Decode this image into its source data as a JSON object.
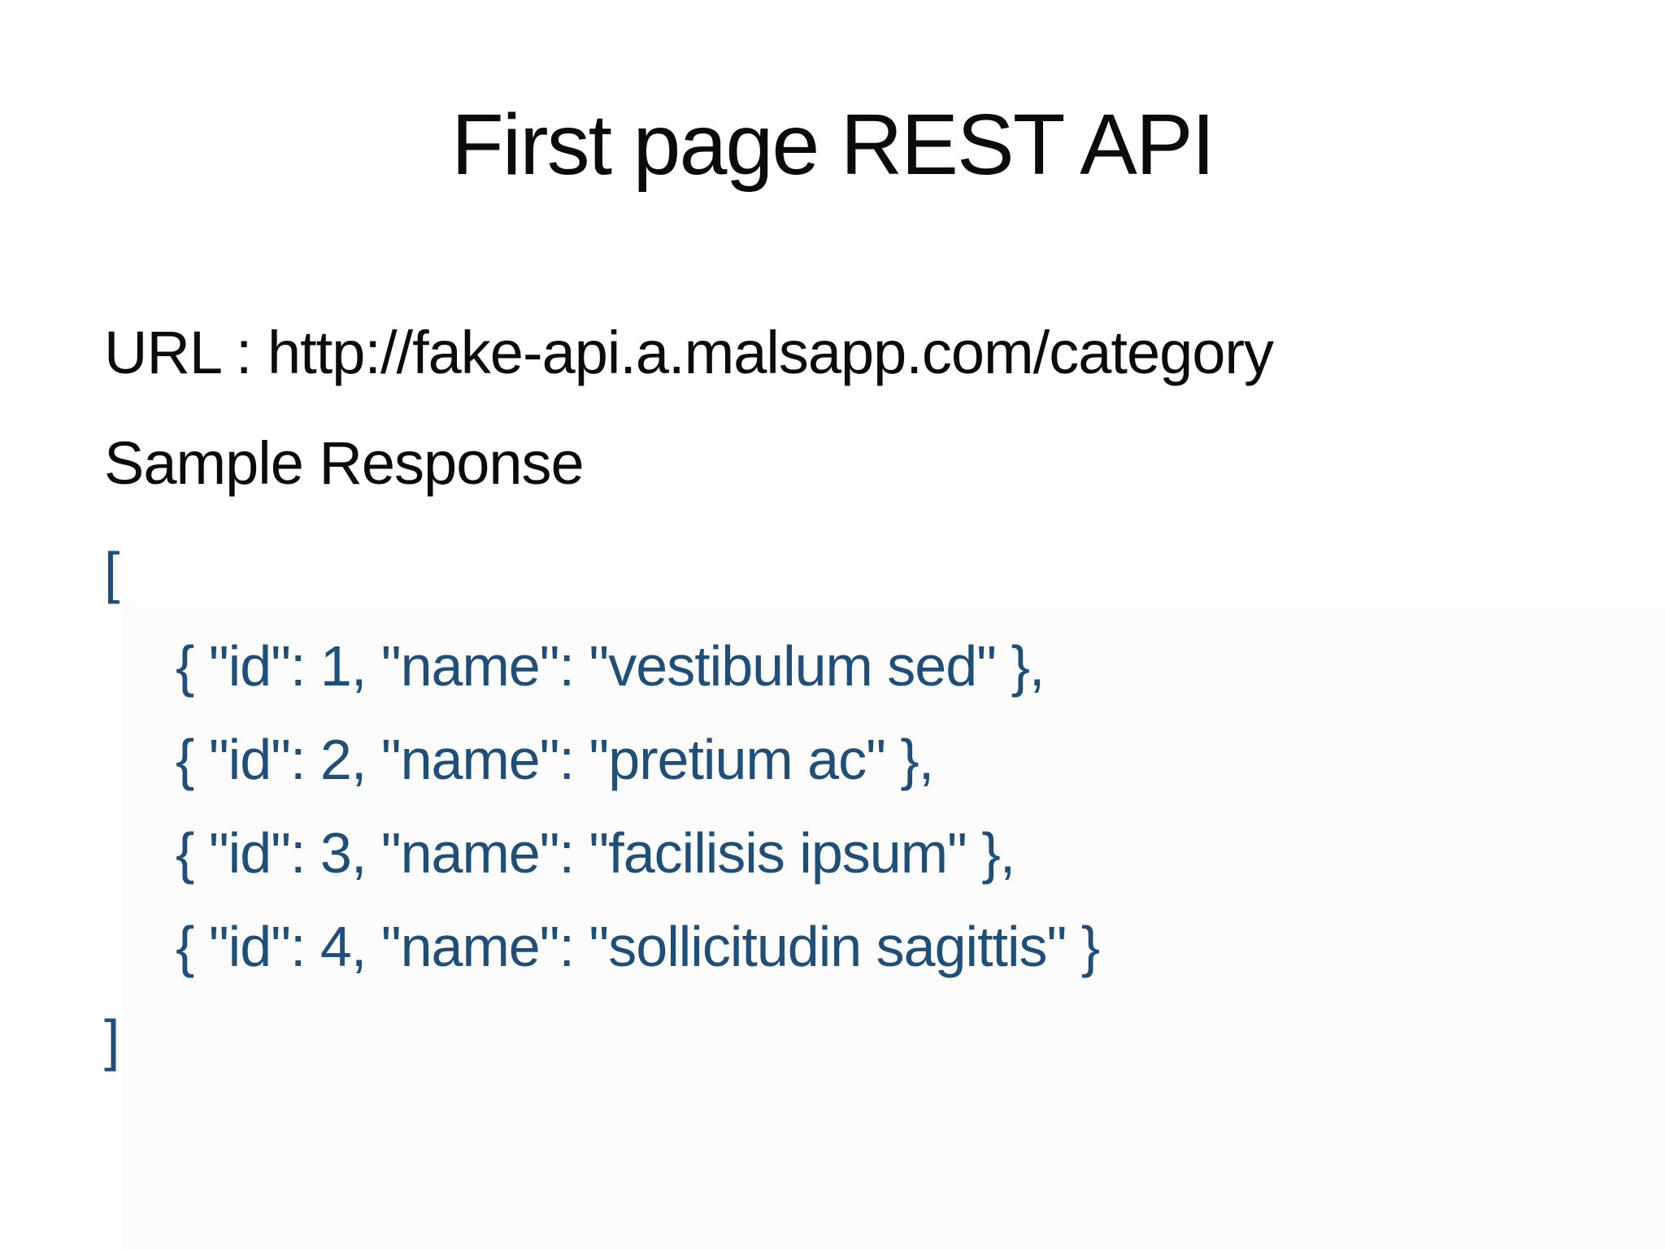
{
  "slide": {
    "title": "First page REST API",
    "url_line": "URL : http://fake-api.a.malsapp.com/category",
    "sample_response_label": "Sample Response",
    "code": {
      "open_bracket": "[",
      "lines": [
        "{ \"id\": 1, \"name\": \"vestibulum sed\" },",
        "{ \"id\": 2, \"name\": \"pretium ac\" },",
        "{ \"id\": 3, \"name\": \"facilisis ipsum\" },",
        "{ \"id\": 4, \"name\": \"sollicitudin sagittis\" }"
      ],
      "close_bracket": "]"
    },
    "colors": {
      "body_text": "#0B0B0B",
      "code_text": "#1F4E79",
      "background": "#FFFFFF",
      "shade_rect": "#FCFCFD"
    }
  }
}
